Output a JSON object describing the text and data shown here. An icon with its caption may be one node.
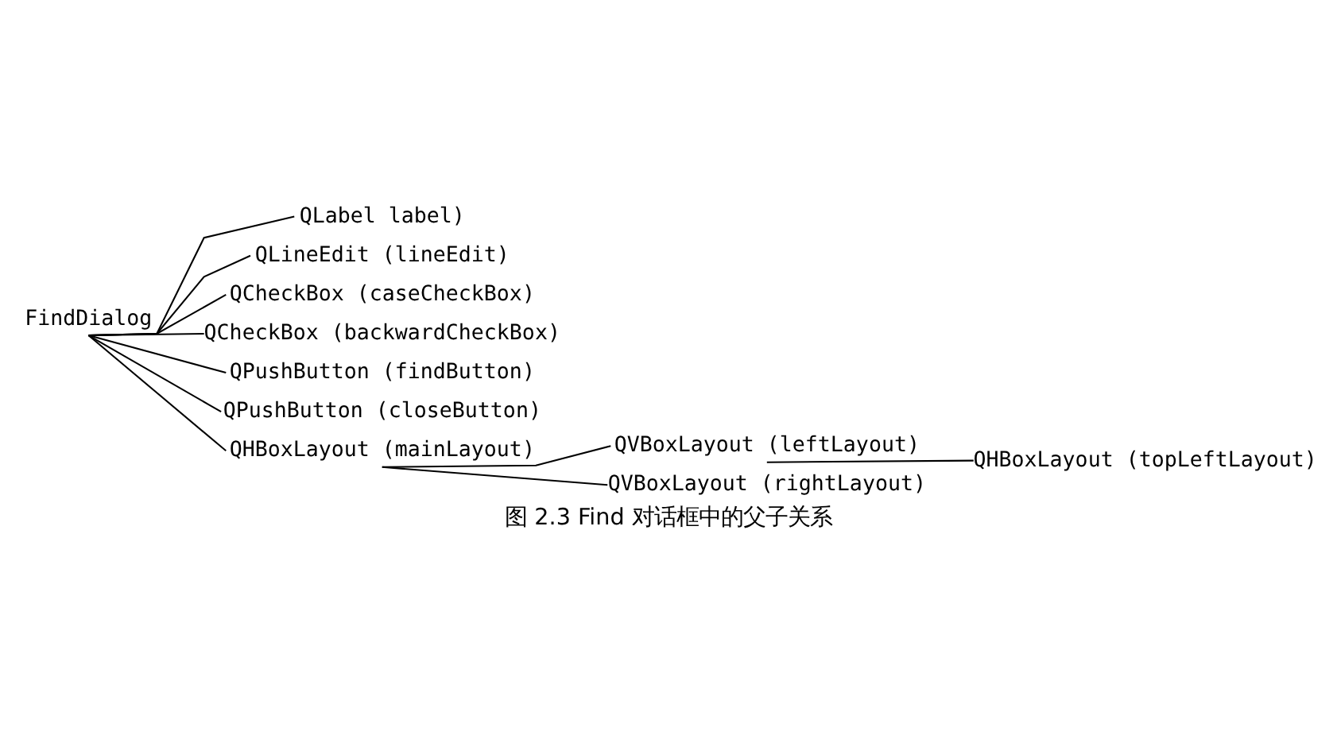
{
  "diagram": {
    "caption": "图 2.3 Find 对话框中的父子关系",
    "nodes": [
      {
        "text": [
          "FindDialog"
        ]
      },
      {
        "text": [
          "QLabel label)"
        ]
      },
      {
        "text": [
          "QLineEdit (lineEdit)"
        ]
      },
      {
        "text": [
          "QCheckBox (caseCheckBox)"
        ]
      },
      {
        "text": [
          "QCheckBox (backwardCheckBox)"
        ]
      },
      {
        "text": [
          "QPushButton (findButton)"
        ]
      },
      {
        "text": [
          "QPushButton (closeButton)"
        ]
      },
      {
        "text": [
          "QHBoxLayout (mainLayout)"
        ]
      },
      {
        "text": [
          "QVBoxLayout (leftLayout)"
        ]
      },
      {
        "text": [
          "QHBoxLayout (topLeftLayout)"
        ]
      },
      {
        "text": [
          "QVBoxLayout (rightLayout)"
        ]
      }
    ],
    "edges": [
      {
        "from": 0,
        "to": 1,
        "arrow": "none"
      },
      {
        "from": 0,
        "to": 2,
        "arrow": "none"
      },
      {
        "from": 0,
        "to": 3,
        "arrow": "none"
      },
      {
        "from": 0,
        "to": 4,
        "arrow": "none"
      },
      {
        "from": 0,
        "to": 5,
        "arrow": "none"
      },
      {
        "from": 0,
        "to": 6,
        "arrow": "none"
      },
      {
        "from": 0,
        "to": 7,
        "arrow": "none"
      },
      {
        "from": 7,
        "to": 8,
        "arrow": "none"
      },
      {
        "from": 8,
        "to": 9,
        "arrow": "none"
      },
      {
        "from": 7,
        "to": 10,
        "arrow": "none"
      }
    ]
  }
}
